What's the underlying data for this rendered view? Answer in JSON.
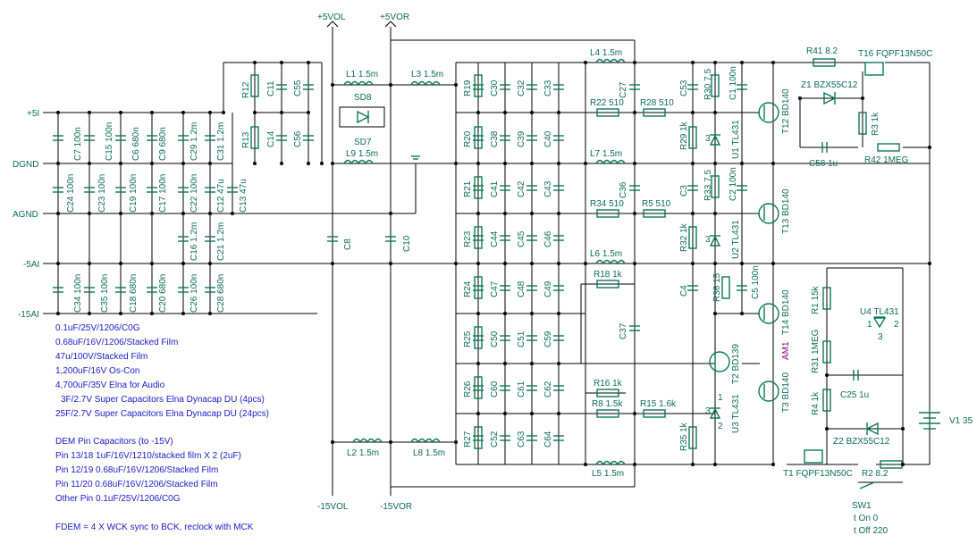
{
  "nets": {
    "p5i": "+5I",
    "dgnd": "DGND",
    "agnd": "AGND",
    "m5ai": "-5AI",
    "m15ai": "-15AI",
    "p5vol": "+5VOL",
    "p5vor": "+5VOR",
    "m15vol": "-15VOL",
    "m15vor": "-15VOR"
  },
  "components": {
    "C7": "C7 100n",
    "C15": "C15 100n",
    "C6": "C6 680n",
    "C9": "C9 680n",
    "C29": "C29 1.2m",
    "C31": "C31 1.2m",
    "C24": "C24 100n",
    "C23": "C23 100n",
    "C19": "C19 100n",
    "C17": "C17 100n",
    "C22": "C22 100n",
    "C12": "C12 47u",
    "C13": "C13 47u",
    "C34": "C34 100n",
    "C35": "C35 100n",
    "C18": "C18 680n",
    "C20": "C20 680n",
    "C26": "C26 100n",
    "C28": "C28 680n",
    "C16": "C16 1.2m",
    "C21": "C21 1.2m",
    "R12": "R12",
    "R13": "R13",
    "C11": "C11",
    "C55": "C55",
    "C14": "C14",
    "C56": "C56",
    "L1": "L1 1.5m",
    "L3": "L3 1.5m",
    "L9": "L9 1.5m",
    "SD8": "SD8",
    "SD7": "SD7",
    "C8": "C8",
    "C10": "C10",
    "L2": "L2 1.5m",
    "L8": "L8 1.5m",
    "R19": "R19",
    "R20": "R20",
    "R21": "R21",
    "R23": "R23",
    "R24": "R24",
    "R25": "R25",
    "R26": "R26",
    "R27": "R27",
    "C30": "C30",
    "C32": "C32",
    "C33": "C33",
    "C38": "C38",
    "C39": "C39",
    "C40": "C40",
    "C41": "C41",
    "C42": "C42",
    "C43": "C43",
    "C44": "C44",
    "C45": "C45",
    "C46": "C46",
    "C47": "C47",
    "C48": "C48",
    "C49": "C49",
    "C50": "C50",
    "C51": "C51",
    "C59": "C59",
    "C60": "C60",
    "C61": "C61",
    "C62": "C62",
    "C52": "C52",
    "C63": "C63",
    "C64": "C64",
    "L4": "L4 1.5m",
    "L7": "L7 1.5m",
    "L6": "L6 1.5m",
    "L5": "L5 1.5m",
    "C27": "C27",
    "C36": "C36",
    "C37": "C37",
    "R22": "R22 510",
    "R28": "R28 510",
    "R34": "R34 510",
    "R5": "R5 510",
    "R18": "R18 1k",
    "R16": "R16 1k",
    "R8": "R8 1.5k",
    "R15": "R15 1.6k",
    "C53": "C53",
    "R30": "R30 7.5",
    "C1": "C1 100n",
    "R29": "R29 1k",
    "U1": "U1 TL431",
    "T12": "T12 BD140",
    "C3": "C3",
    "R33": "R33 7.5",
    "C2": "C2 100n",
    "R32": "R32 1k",
    "U2": "U2 TL431",
    "T13": "T13 BD140",
    "C4": "C4",
    "R36": "R36 15",
    "C5": "C5 100n",
    "T14": "T14 BD140",
    "T2": "T2 BD139",
    "T3": "T3 BD140",
    "R35": "R35 1k",
    "U3": "U3 TL431",
    "AM1": "AM1",
    "R41": "R41 8.2",
    "T16": "T16 FQPF13N50C",
    "Z1": "Z1 BZX55C12",
    "R3": "R3 1k",
    "C58": "C58 1u",
    "R42": "R42 1MEG",
    "R1": "R1 15k",
    "U4": "U4 TL431",
    "R31": "R31 1MEG",
    "C25": "C25 1u",
    "R4": "R4 1k",
    "Z2": "Z2 BZX55C12",
    "T1": "T1 FQPF13N50C",
    "R2": "R2 8.2",
    "V1": "V1 35",
    "SW1": "SW1",
    "ton": "t On 0",
    "toff": "t Off 220"
  },
  "pins": {
    "p3": "3",
    "p1": "1",
    "p2": "2"
  },
  "notes": [
    "0.1uF/25V/1206/C0G",
    "0.68uF/16V/1206/Stacked Film",
    "47u/100V/Stacked Film",
    "1,200uF/16V Os-Con",
    "4,700uF/35V Elna for Audio",
    "3F/2.7V Super Capacitors Elna Dynacap DU (4pcs)",
    "25F/2.7V Super Capacitors Elna Dynacap DU (24pcs)",
    "DEM Pin Capacitors (to -15V)",
    "Pin 13/18 1uF/16V/1210/stacked film X 2 (2uF)",
    "Pin 12/19 0.68uF/16V/1206/Stacked Film",
    "Pin 11/20 0.68uF/16V/1206/Stacked Film",
    "Other Pin 0.1uF/25V/1206/C0G",
    "FDEM = 4 X WCK sync to BCK, reclock with MCK"
  ],
  "colors": {
    "wire": "#000000",
    "component": "#0b7a52",
    "label": "#0b6b5a",
    "note": "#1a1acc",
    "probe": "#8a008a"
  }
}
